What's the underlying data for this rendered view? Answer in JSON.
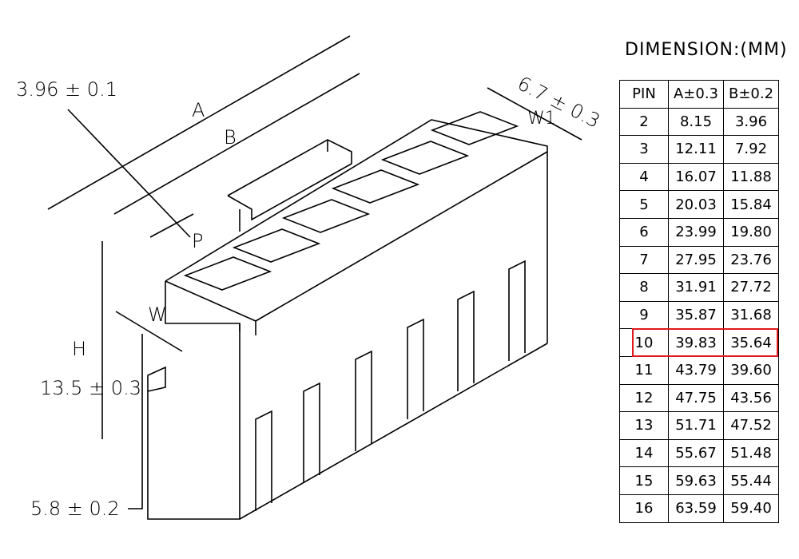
{
  "labels": {
    "pitch": "3.96 ± 0.1",
    "a": "A",
    "b": "B",
    "p": "P",
    "w": "W",
    "w1": "W1",
    "h": "H",
    "height": "13.5 ± 0.3",
    "depth": "6.7 ± 0.3",
    "bottom": "5.8 ± 0.2"
  },
  "table": {
    "title": "DIMENSION:(MM)",
    "headers": [
      "PIN",
      "A±0.3",
      "B±0.2"
    ],
    "rows": [
      [
        "2",
        "8.15",
        "3.96"
      ],
      [
        "3",
        "12.11",
        "7.92"
      ],
      [
        "4",
        "16.07",
        "11.88"
      ],
      [
        "5",
        "20.03",
        "15.84"
      ],
      [
        "6",
        "23.99",
        "19.80"
      ],
      [
        "7",
        "27.95",
        "23.76"
      ],
      [
        "8",
        "31.91",
        "27.72"
      ],
      [
        "9",
        "35.87",
        "31.68"
      ],
      [
        "10",
        "39.83",
        "35.64"
      ],
      [
        "11",
        "43.79",
        "39.60"
      ],
      [
        "12",
        "47.75",
        "43.56"
      ],
      [
        "13",
        "51.71",
        "47.52"
      ],
      [
        "14",
        "55.67",
        "51.48"
      ],
      [
        "15",
        "59.63",
        "55.44"
      ],
      [
        "16",
        "63.59",
        "59.40"
      ]
    ],
    "highlight_row": 8,
    "highlight_color": "#e0191c"
  }
}
